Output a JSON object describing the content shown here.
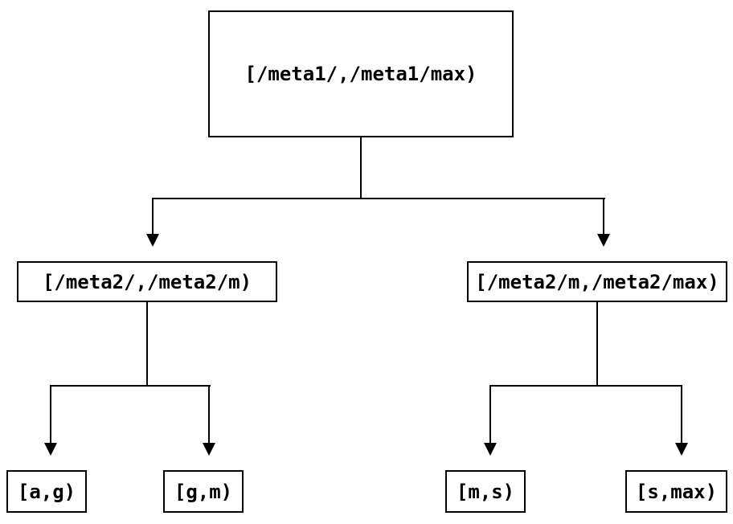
{
  "colors": {
    "background": "#ffffff",
    "line": "#000000",
    "text": "#000000"
  },
  "tree": {
    "root": {
      "label": "[/meta1/,/meta1/max)"
    },
    "children": [
      {
        "label": "[/meta2/,/meta2/m)"
      },
      {
        "label": "[/meta2/m,/meta2/max)"
      }
    ],
    "leaves": [
      {
        "label": "[a,g)"
      },
      {
        "label": "[g,m)"
      },
      {
        "label": "[m,s)"
      },
      {
        "label": "[s,max)"
      }
    ],
    "edges": [
      {
        "from": "root",
        "to": "child-left"
      },
      {
        "from": "root",
        "to": "child-right"
      },
      {
        "from": "child-left",
        "to": "leaf-ag"
      },
      {
        "from": "child-left",
        "to": "leaf-gm"
      },
      {
        "from": "child-right",
        "to": "leaf-ms"
      },
      {
        "from": "child-right",
        "to": "leaf-smax"
      }
    ]
  }
}
